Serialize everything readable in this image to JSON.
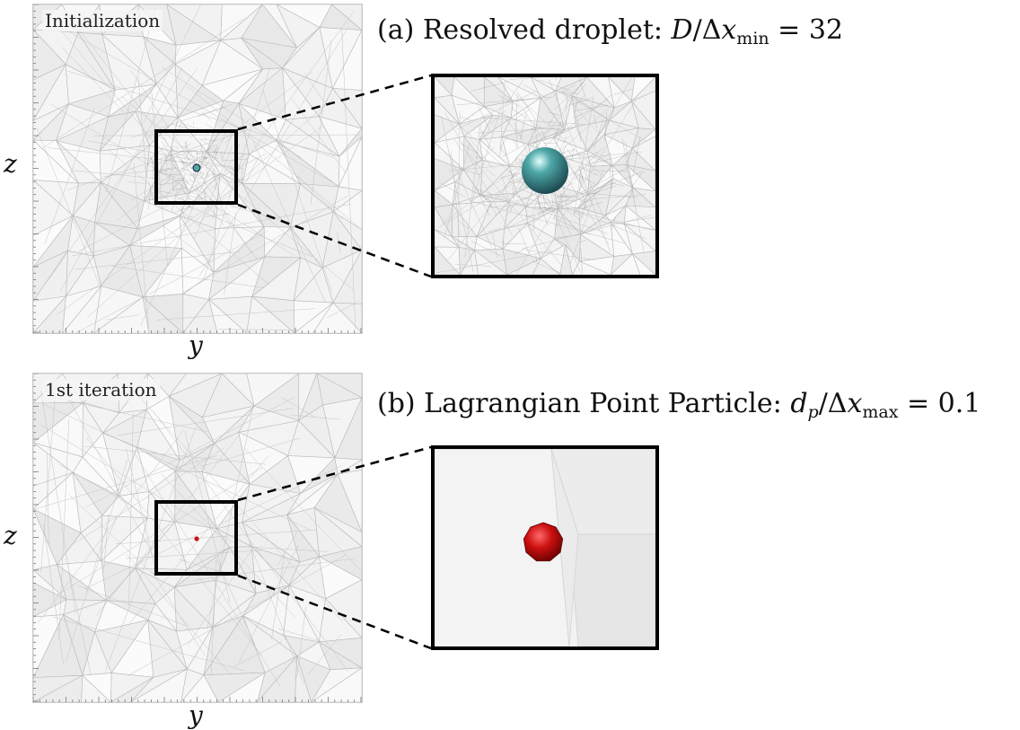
{
  "figure": {
    "panel_a": {
      "tag": "Initialization",
      "caption_prefix": "(a) Resolved droplet: ",
      "caption_lhs": "D",
      "caption_op": "/Δ",
      "caption_var": "x",
      "caption_sub": "min",
      "caption_rhs": " = 32",
      "x_axis_label": "y",
      "y_axis_label": "z",
      "droplet_color": "#4fa8a8"
    },
    "panel_b": {
      "tag": "1st iteration",
      "caption_prefix": "(b) Lagrangian Point Particle: ",
      "caption_lhs": "d",
      "caption_lhs_sub": "p",
      "caption_op": "/Δ",
      "caption_var": "x",
      "caption_sub": "max",
      "caption_rhs": " = 0.1",
      "x_axis_label": "y",
      "y_axis_label": "z",
      "particle_color": "#cc1111"
    }
  }
}
